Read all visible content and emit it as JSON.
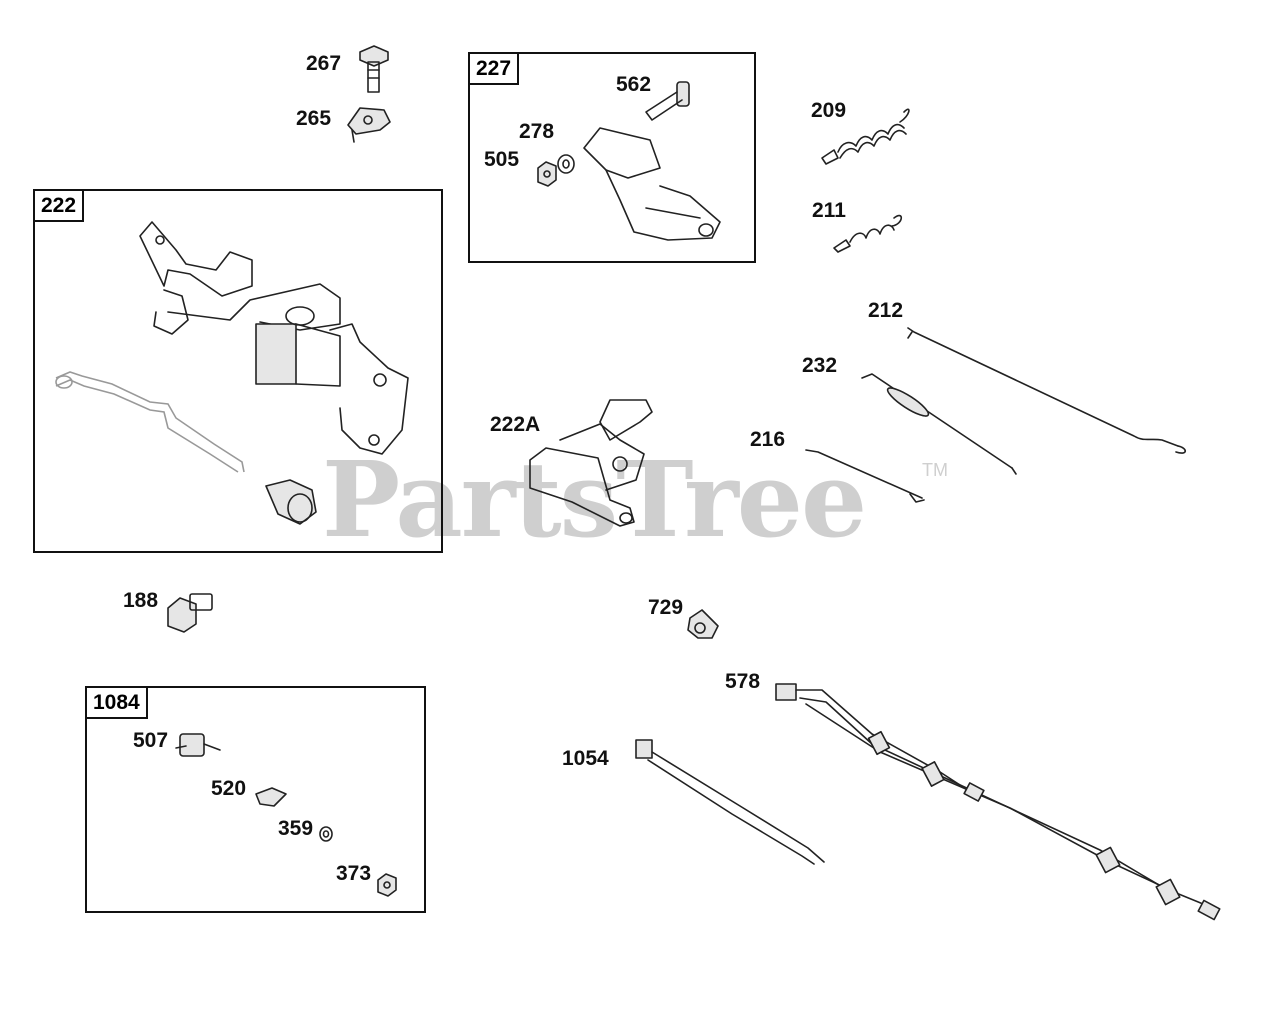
{
  "watermark": {
    "brand": "PartsTree",
    "trademark": "TM"
  },
  "boxes": {
    "b222": "222",
    "b227": "227",
    "b1084": "1084"
  },
  "callouts": {
    "p267": "267",
    "p265": "265",
    "p562": "562",
    "p278": "278",
    "p505": "505",
    "p209": "209",
    "p211": "211",
    "p212": "212",
    "p232": "232",
    "p216": "216",
    "p222A": "222A",
    "p188": "188",
    "p729": "729",
    "p578": "578",
    "p1054": "1054",
    "p507": "507",
    "p520": "520",
    "p359": "359",
    "p373": "373"
  }
}
